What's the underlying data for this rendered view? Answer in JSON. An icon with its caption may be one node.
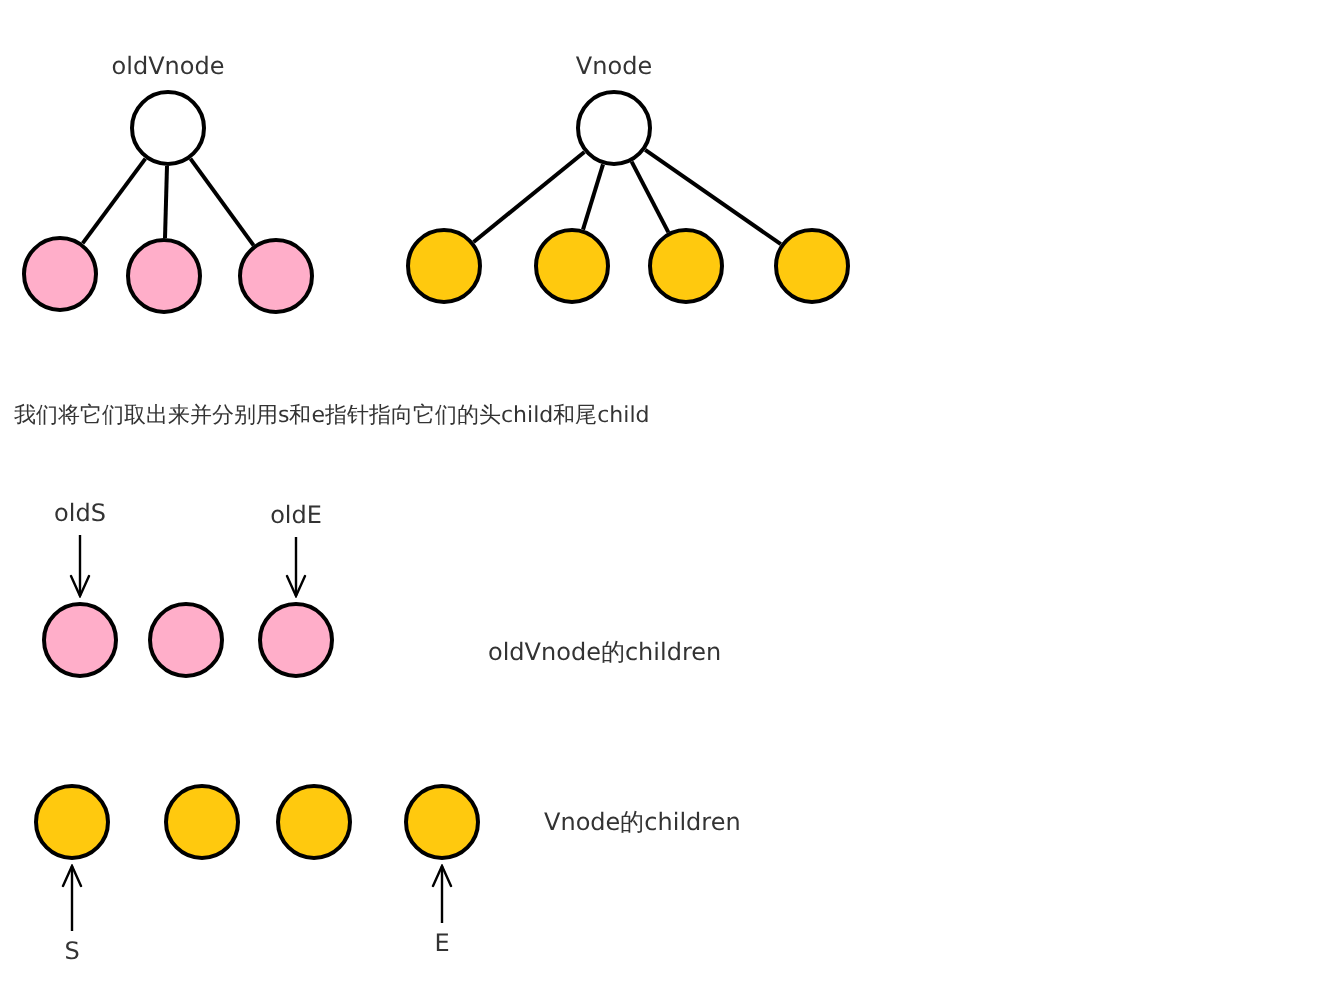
{
  "diagram": {
    "nodes": [
      {
        "text": [
          "oldVnode"
        ]
      },
      {
        "text": [],
        "shape": "circle"
      },
      {
        "text": [],
        "shape": "circle"
      },
      {
        "text": [],
        "shape": "circle"
      },
      {
        "text": [
          "Vnode"
        ]
      },
      {
        "text": [],
        "shape": "circle"
      },
      {
        "text": [],
        "shape": "circle"
      },
      {
        "text": [],
        "shape": "circle"
      },
      {
        "text": [],
        "shape": "circle"
      },
      {
        "text": [
          "oldS"
        ]
      },
      {
        "text": [
          "oldE"
        ]
      },
      {
        "text": [],
        "shape": "circle"
      },
      {
        "text": [],
        "shape": "circle"
      },
      {
        "text": [],
        "shape": "circle"
      },
      {
        "text": [],
        "shape": "circle"
      },
      {
        "text": [],
        "shape": "circle"
      },
      {
        "text": [],
        "shape": "circle"
      },
      {
        "text": [],
        "shape": "circle"
      },
      {
        "text": [
          "S"
        ]
      },
      {
        "text": [
          "E"
        ]
      }
    ],
    "edges": [
      {
        "from": 0,
        "to": 1,
        "arrow": "none"
      },
      {
        "from": 0,
        "to": 2,
        "arrow": "none"
      },
      {
        "from": 0,
        "to": 3,
        "arrow": "none"
      },
      {
        "from": 4,
        "to": 5,
        "arrow": "none"
      },
      {
        "from": 4,
        "to": 6,
        "arrow": "none"
      },
      {
        "from": 4,
        "to": 7,
        "arrow": "none"
      },
      {
        "from": 4,
        "to": 8,
        "arrow": "none"
      },
      {
        "from": 9,
        "to": 11,
        "arrow": "to"
      },
      {
        "from": 10,
        "to": 13,
        "arrow": "to"
      },
      {
        "from": 18,
        "to": 14,
        "arrow": "to"
      },
      {
        "from": 19,
        "to": 17,
        "arrow": "to"
      }
    ],
    "labels": [
      "我们将它们取出来并分别用s和e指针指向它们的头child和尾child",
      "oldVnode的children",
      "Vnode的children"
    ]
  }
}
